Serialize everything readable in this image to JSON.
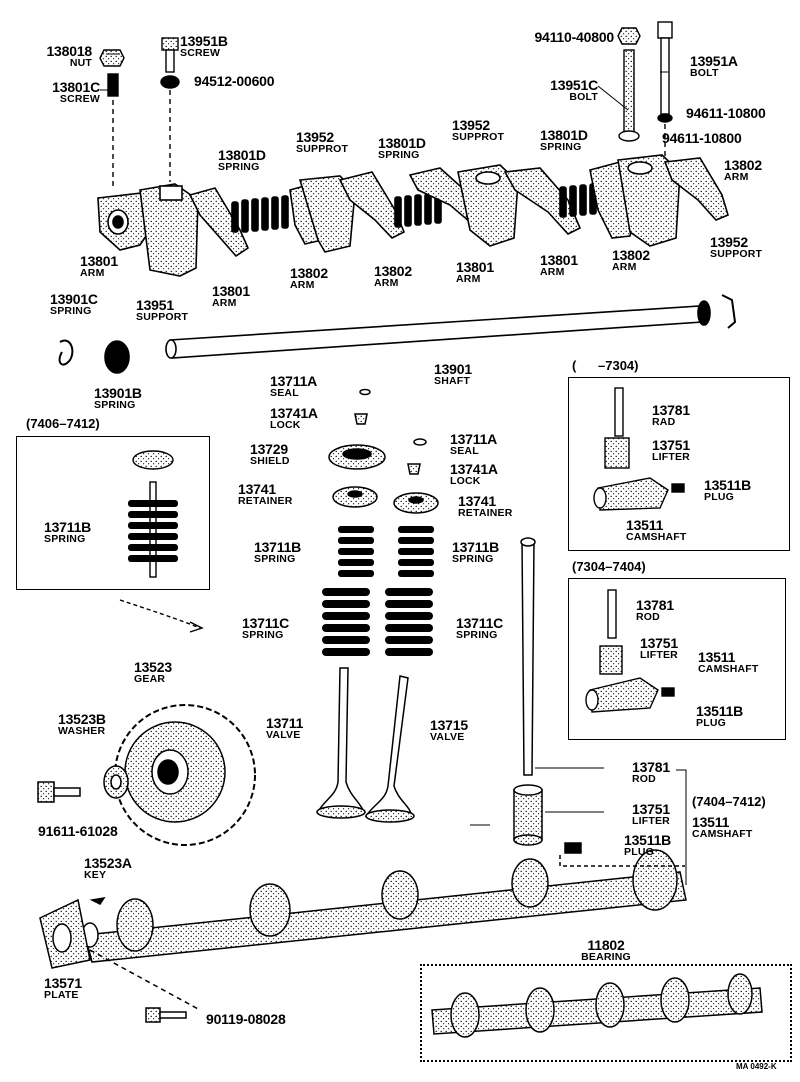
{
  "sections": {
    "box_7406_7412": "(7406–7412)",
    "box_upto_7304": "(      –7304)",
    "box_7304_7404": "(7304–7404)",
    "range_7404_7412": "(7404–7412)"
  },
  "labels": [
    {
      "id": "l01",
      "part": "138018",
      "name": "NUT"
    },
    {
      "id": "l02",
      "part": "13801C",
      "name": "SCREW"
    },
    {
      "id": "l03",
      "part": "13951B",
      "name": "SCREW"
    },
    {
      "id": "l04",
      "part": "94512-00600",
      "name": ""
    },
    {
      "id": "l05",
      "part": "94110-40800",
      "name": ""
    },
    {
      "id": "l06",
      "part": "13951A",
      "name": "BOLT"
    },
    {
      "id": "l07",
      "part": "13951C",
      "name": "BOLT"
    },
    {
      "id": "l08",
      "part": "94611-10800",
      "name": ""
    },
    {
      "id": "l09",
      "part": "94611-10800",
      "name": ""
    },
    {
      "id": "l10",
      "part": "13952",
      "name": "SUPPROT"
    },
    {
      "id": "l11",
      "part": "13801D",
      "name": "SPRING"
    },
    {
      "id": "l12",
      "part": "13952",
      "name": "SUPPROT"
    },
    {
      "id": "l13",
      "part": "13801D",
      "name": "SPRING"
    },
    {
      "id": "l14",
      "part": "13801D",
      "name": "SPRING"
    },
    {
      "id": "l15",
      "part": "13802",
      "name": "ARM"
    },
    {
      "id": "l16",
      "part": "13801",
      "name": "ARM"
    },
    {
      "id": "l17",
      "part": "13951",
      "name": "SUPPORT"
    },
    {
      "id": "l18",
      "part": "13801",
      "name": "ARM"
    },
    {
      "id": "l19",
      "part": "13802",
      "name": "ARM"
    },
    {
      "id": "l20",
      "part": "13802",
      "name": "ARM"
    },
    {
      "id": "l21",
      "part": "13801",
      "name": "ARM"
    },
    {
      "id": "l22",
      "part": "13801",
      "name": "ARM"
    },
    {
      "id": "l23",
      "part": "13802",
      "name": "ARM"
    },
    {
      "id": "l24",
      "part": "13952",
      "name": "SUPPORT"
    },
    {
      "id": "l25",
      "part": "13901C",
      "name": "SPRING"
    },
    {
      "id": "l26",
      "part": "13901B",
      "name": "SPRING"
    },
    {
      "id": "l27",
      "part": "13901",
      "name": "SHAFT"
    },
    {
      "id": "l28",
      "part": "13711A",
      "name": "SEAL"
    },
    {
      "id": "l29",
      "part": "13741A",
      "name": "LOCK"
    },
    {
      "id": "l30",
      "part": "13729",
      "name": "SHIELD"
    },
    {
      "id": "l31",
      "part": "13711A",
      "name": "SEAL"
    },
    {
      "id": "l32",
      "part": "13741A",
      "name": "LOCK"
    },
    {
      "id": "l33",
      "part": "13741",
      "name": "RETAINER"
    },
    {
      "id": "l34",
      "part": "13741",
      "name": "RETAINER"
    },
    {
      "id": "l35",
      "part": "13711B",
      "name": "SPRING"
    },
    {
      "id": "l36",
      "part": "13711B",
      "name": "SPRING"
    },
    {
      "id": "l37",
      "part": "13711B",
      "name": "SPRING"
    },
    {
      "id": "l38",
      "part": "13711C",
      "name": "SPRING"
    },
    {
      "id": "l39",
      "part": "13711C",
      "name": "SPRING"
    },
    {
      "id": "l40",
      "part": "13711",
      "name": "VALVE"
    },
    {
      "id": "l41",
      "part": "13715",
      "name": "VALVE"
    },
    {
      "id": "l42",
      "part": "13523",
      "name": "GEAR"
    },
    {
      "id": "l43",
      "part": "13523B",
      "name": "WASHER"
    },
    {
      "id": "l44",
      "part": "91611-61028",
      "name": ""
    },
    {
      "id": "l45",
      "part": "13523A",
      "name": "KEY"
    },
    {
      "id": "l46",
      "part": "13571",
      "name": "PLATE"
    },
    {
      "id": "l47",
      "part": "90119-08028",
      "name": ""
    },
    {
      "id": "l48",
      "part": "13781",
      "name": "RAD"
    },
    {
      "id": "l49",
      "part": "13751",
      "name": "LIFTER"
    },
    {
      "id": "l50",
      "part": "13511B",
      "name": "PLUG"
    },
    {
      "id": "l51",
      "part": "13511",
      "name": "CAMSHAFT"
    },
    {
      "id": "l52",
      "part": "13781",
      "name": "ROD"
    },
    {
      "id": "l53",
      "part": "13751",
      "name": "LIFTER"
    },
    {
      "id": "l54",
      "part": "13511",
      "name": "CAMSHAFT"
    },
    {
      "id": "l55",
      "part": "13511B",
      "name": "PLUG"
    },
    {
      "id": "l56",
      "part": "13781",
      "name": "ROD"
    },
    {
      "id": "l57",
      "part": "13751",
      "name": "LIFTER"
    },
    {
      "id": "l58",
      "part": "13511",
      "name": "CAMSHAFT"
    },
    {
      "id": "l59",
      "part": "13511B",
      "name": "PLUG"
    },
    {
      "id": "l60",
      "part": "11802",
      "name": "BEARING"
    }
  ],
  "drawing_code": "MA 0492-K"
}
